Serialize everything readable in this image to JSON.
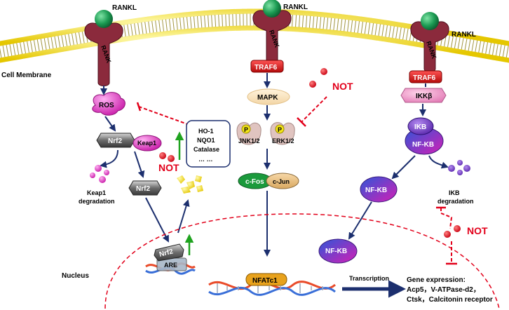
{
  "labels": {
    "rankl_left": "RANKL",
    "rankl_center": "RANKL",
    "rankl_right": "RANKL",
    "rank_left": "RANK",
    "rank_center": "RANK",
    "rank_right": "RANK",
    "cell_membrane": "Cell Membrane",
    "nucleus": "Nucleus",
    "ros": "ROS",
    "nrf2_top": "Nrf2",
    "keap1": "Keap1",
    "nrf2_mid": "Nrf2",
    "nrf2_nucleus": "Nrf2",
    "are": "ARE",
    "keap1_degradation_1": "Keap1",
    "keap1_degradation_2": "degradation",
    "ho1": "HO-1",
    "nqo1": "NQO1",
    "catalase": "Catalase",
    "ellipsis": "… …",
    "not_left": "NOT",
    "traf6_center": "TRAF6",
    "mapk": "MAPK",
    "p_jnk": "P",
    "p_erk": "P",
    "jnk": "JNK1/2",
    "erk": "ERK1/2",
    "not_center": "NOT",
    "cfos": "c-Fos",
    "cjun": "c-Jun",
    "nfatc1": "NFATc1",
    "traf6_right": "TRAF6",
    "ikkb": "IKKβ",
    "ikb": "IKB",
    "nfkb_complex": "NF-KB",
    "nfkb_mid": "NF-KB",
    "ikb_degradation_1": "IKB",
    "ikb_degradation_2": "degradation",
    "not_right": "NOT",
    "nfkb_nucleus": "NF-KB",
    "transcription": "Transcription",
    "gene_expression": "Gene expression:",
    "genes_line1": "Acp5，V-ATPase-d2，",
    "genes_line2": "Ctsk，Calcitonin receptor"
  },
  "colors": {
    "membrane_head": "#f7e81c",
    "receptor": "#8b2a3c",
    "rankl_ball": "#1b9a52",
    "traf6": "#d81e1e",
    "arrow": "#1c2f6e",
    "inhibit": "#e2001a",
    "upregulate": "#1fa31f",
    "gene_names": "#e0006f",
    "gene_title": "#1c3e8c"
  }
}
